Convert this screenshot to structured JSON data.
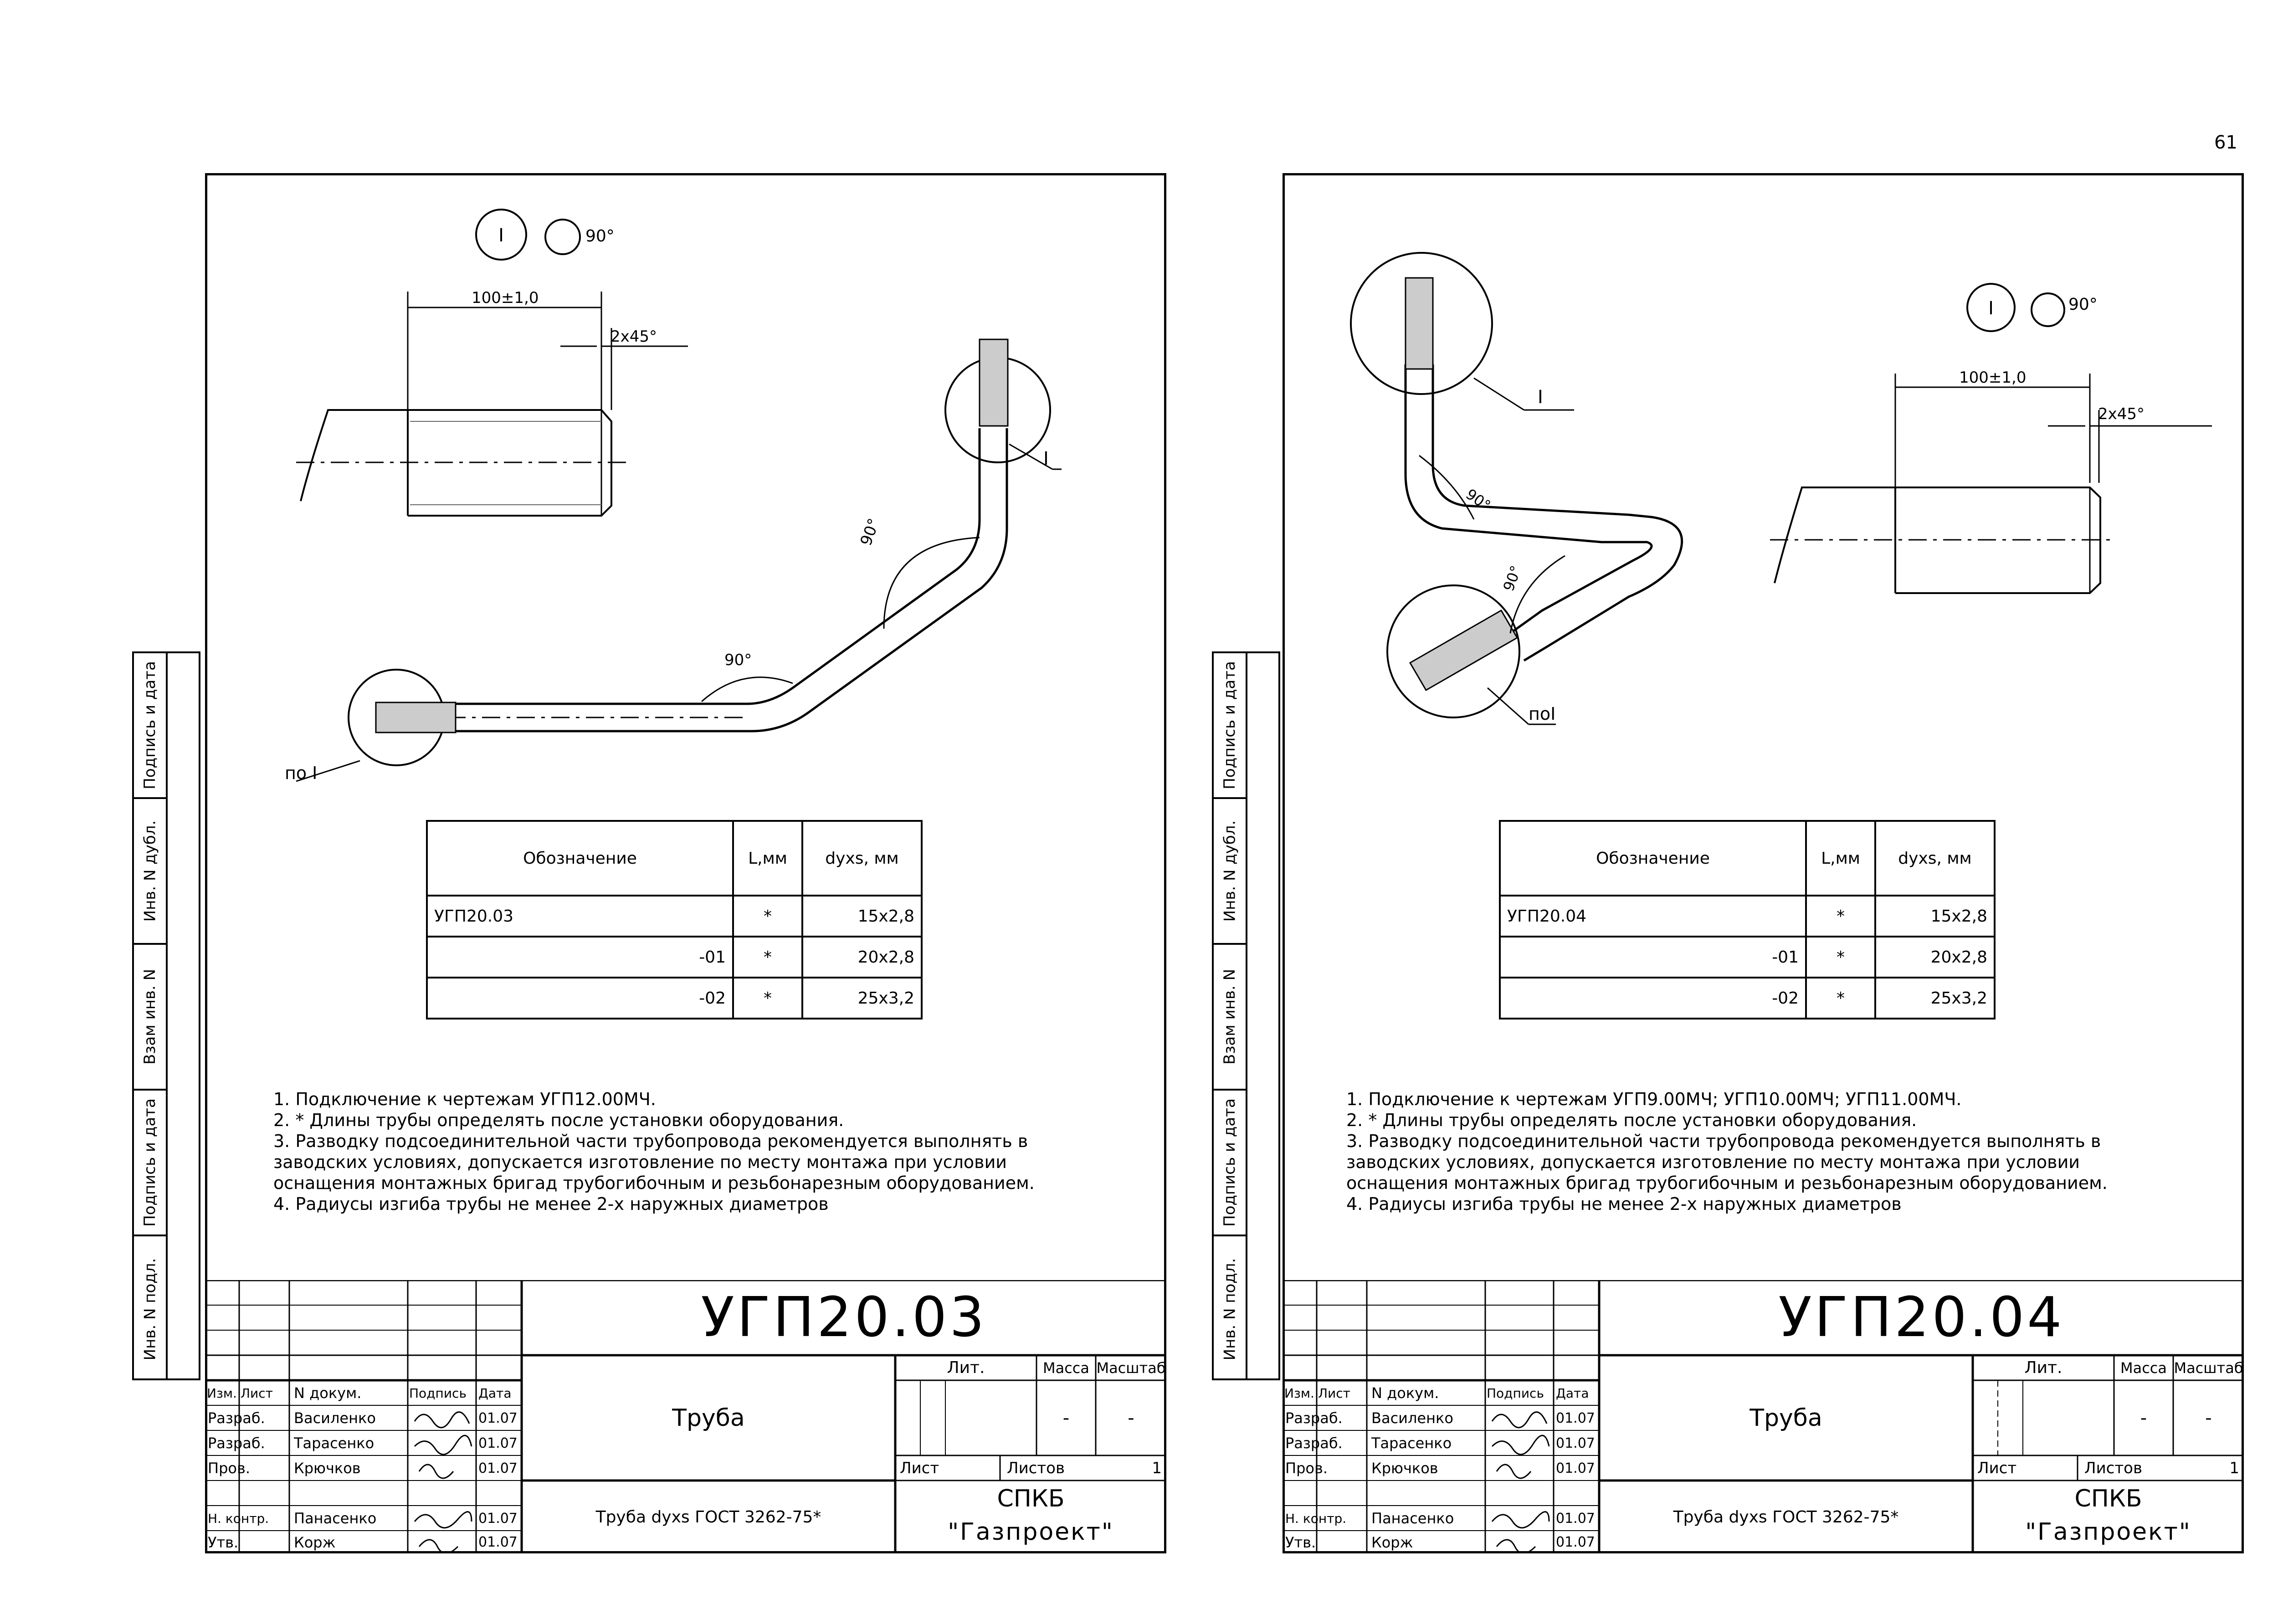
{
  "page_number": "61",
  "sheets": [
    {
      "id": "left",
      "designation": "УГП20.03",
      "detail_callout": {
        "label": "I",
        "angle": "90°"
      },
      "dims": {
        "length": "100±1,0",
        "chamfer": "2x45°"
      },
      "angles": [
        "90°",
        "90°"
      ],
      "labels": {
        "detail": "I",
        "ref": "по I"
      },
      "table": {
        "headers": [
          "Обозначение",
          "L,мм",
          "dyxs, мм"
        ],
        "rows": [
          {
            "name": "УГП20.03",
            "l": "*",
            "size": "15x2,8"
          },
          {
            "name": "-01",
            "l": "*",
            "size": "20x2,8"
          },
          {
            "name": "-02",
            "l": "*",
            "size": "25x3,2"
          }
        ]
      },
      "notes": [
        "1. Подключение к чертежам  УГП12.00МЧ.",
        "2. * Длины трубы определять после установки оборудования.",
        "3. Разводку подсоединительной части трубопровода рекомендуется выполнять в",
        "заводских условиях, допускается изготовление по месту монтажа при условии",
        "оснащения монтажных бригад трубогибочным и резьбонарезным оборудованием.",
        "4. Радиусы изгиба трубы не менее 2-х наружных диаметров"
      ],
      "title_block": {
        "headers": [
          "Изм.",
          "Лист",
          "N докум.",
          "Подпись",
          "Дата"
        ],
        "people": [
          {
            "role": "Разраб.",
            "name": "Василенко",
            "date": "01.07"
          },
          {
            "role": "Разраб.",
            "name": "Тарасенко",
            "date": "01.07"
          },
          {
            "role": "Пров.",
            "name": "Крючков",
            "date": "01.07"
          },
          {
            "role": "Н. контр.",
            "name": "Панасенко",
            "date": "01.07"
          },
          {
            "role": "Утв.",
            "name": "Корж",
            "date": "01.07"
          }
        ],
        "name": "Труба",
        "material": "Труба dyxs ГОСТ 3262-75*",
        "lit_label": "Лит.",
        "mass_label": "Масса",
        "scale_label": "Масштаб",
        "mass_value": "-",
        "scale_value": "-",
        "sheet_label": "Лист",
        "sheets_label": "Листов",
        "sheets_value": "1",
        "org_line1": "СПКБ",
        "org_line2": "\"Газпроект\""
      }
    },
    {
      "id": "right",
      "designation": "УГП20.04",
      "detail_callout": {
        "label": "I",
        "angle": "90°"
      },
      "dims": {
        "length": "100±1,0",
        "chamfer": "2x45°"
      },
      "angles": [
        "90°",
        "90°"
      ],
      "labels": {
        "detail": "I",
        "ref": "поI"
      },
      "table": {
        "headers": [
          "Обозначение",
          "L,мм",
          "dyxs, мм"
        ],
        "rows": [
          {
            "name": "УГП20.04",
            "l": "*",
            "size": "15x2,8"
          },
          {
            "name": "-01",
            "l": "*",
            "size": "20x2,8"
          },
          {
            "name": "-02",
            "l": "*",
            "size": "25x3,2"
          }
        ]
      },
      "notes": [
        "1. Подключение к чертежам  УГП9.00МЧ; УГП10.00МЧ; УГП11.00МЧ.",
        "2. * Длины трубы определять после установки оборудования.",
        "3. Разводку подсоединительной части трубопровода рекомендуется выполнять в",
        "заводских условиях, допускается изготовление по месту монтажа при условии",
        "оснащения монтажных бригад трубогибочным и резьбонарезным оборудованием.",
        "4. Радиусы изгиба трубы не менее 2-х наружных диаметров"
      ],
      "title_block": {
        "headers": [
          "Изм.",
          "Лист",
          "N докум.",
          "Подпись",
          "Дата"
        ],
        "people": [
          {
            "role": "Разраб.",
            "name": "Василенко",
            "date": "01.07"
          },
          {
            "role": "Разраб.",
            "name": "Тарасенко",
            "date": "01.07"
          },
          {
            "role": "Пров.",
            "name": "Крючков",
            "date": "01.07"
          },
          {
            "role": "Н. контр.",
            "name": "Панасенко",
            "date": "01.07"
          },
          {
            "role": "Утв.",
            "name": "Корж",
            "date": "01.07"
          }
        ],
        "name": "Труба",
        "material": "Труба dyxs ГОСТ 3262-75*",
        "lit_label": "Лит.",
        "mass_label": "Масса",
        "scale_label": "Масштаб",
        "mass_value": "-",
        "scale_value": "-",
        "sheet_label": "Лист",
        "sheets_label": "Листов",
        "sheets_value": "1",
        "org_line1": "СПКБ",
        "org_line2": "\"Газпроект\""
      }
    }
  ],
  "side_stamp": [
    "Инв. N подл.",
    "Подпись и дата",
    "Взам инв. N",
    "Инв. N дубл.",
    "Подпись и дата"
  ]
}
